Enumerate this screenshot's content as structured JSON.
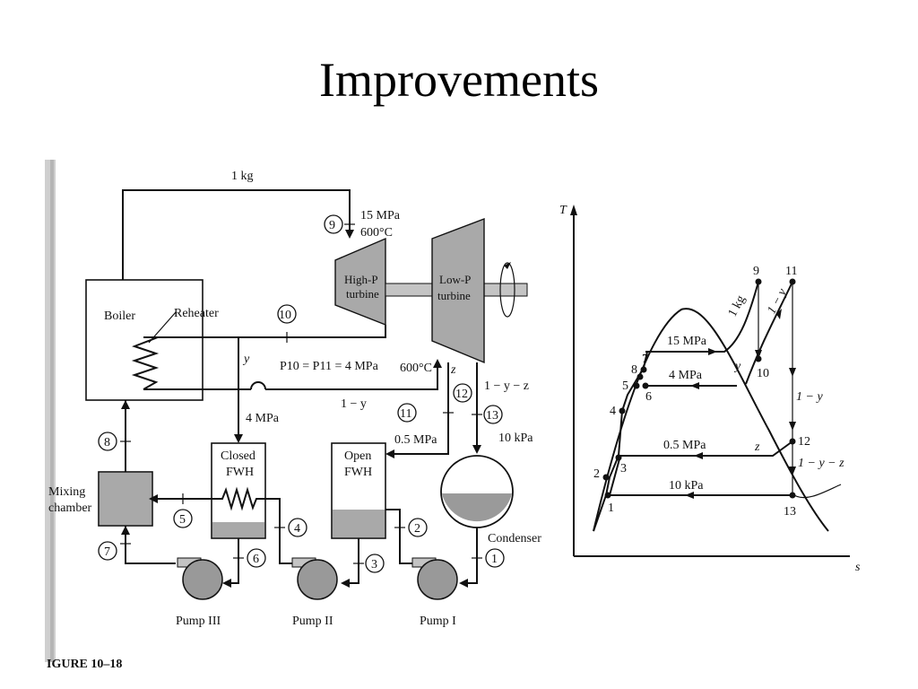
{
  "slide": {
    "title": "Improvements"
  },
  "schematic": {
    "mass_label": "1 kg",
    "boiler_label": "Boiler",
    "reheater_label": "Reheater",
    "hp_turbine_label": "High-P turbine",
    "lp_turbine_label": "Low-P turbine",
    "closed_fwh_label": "Closed FWH",
    "open_fwh_label": "Open FWH",
    "mixing_chamber_label": "Mixing chamber",
    "condenser_label": "Condenser",
    "pump1_label": "Pump I",
    "pump2_label": "Pump II",
    "pump3_label": "Pump III",
    "state9_condition": "15 MPa",
    "state9_temp": "600°C",
    "pressure_equation": "P10 = P11 = 4 MPa",
    "reheat_temp": "600°C",
    "closed_fwh_pressure": "4 MPa",
    "open_fwh_pressure": "0.5 MPa",
    "condenser_pressure": "10 kPa",
    "fraction_y": "y",
    "fraction_1_minus_y": "1 − y",
    "fraction_z": "z",
    "fraction_1_minus_y_minus_z": "1 − y − z",
    "states": [
      "1",
      "2",
      "3",
      "4",
      "5",
      "6",
      "7",
      "8",
      "9",
      "10",
      "11",
      "12",
      "13"
    ],
    "caption_fragment": "IGURE 10–18"
  },
  "ts_diagram": {
    "t_axis": "T",
    "s_axis": "s",
    "isobar_labels": [
      "15 MPa",
      "4 MPa",
      "0.5 MPa",
      "10 kPa"
    ],
    "flow_labels": [
      "1 kg",
      "1 − y",
      "1 − y",
      "1 − y − z",
      "y",
      "z"
    ],
    "states": [
      "1",
      "2",
      "3",
      "4",
      "5",
      "6",
      "7",
      "8",
      "9",
      "10",
      "11",
      "12",
      "13"
    ]
  },
  "colors": {
    "ink": "#111111",
    "shade": "#a9a9a9",
    "background": "#ffffff"
  }
}
